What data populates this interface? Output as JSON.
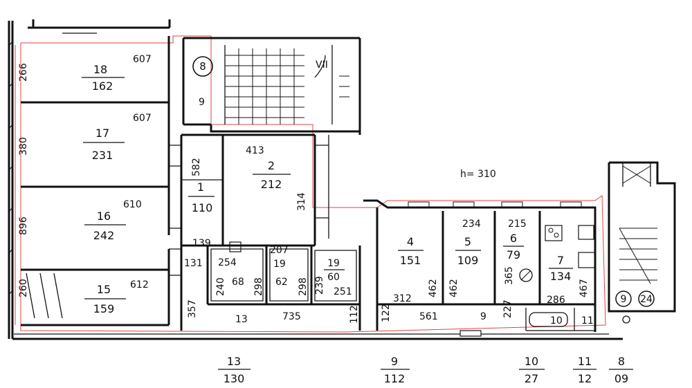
{
  "height_label": "h= 310",
  "rooms": [
    {
      "id": "r18",
      "num": "18",
      "area": "162"
    },
    {
      "id": "r17",
      "num": "17",
      "area": "231"
    },
    {
      "id": "r16",
      "num": "16",
      "area": "242"
    },
    {
      "id": "r15",
      "num": "15",
      "area": "159"
    },
    {
      "id": "r1",
      "num": "1",
      "area": "110"
    },
    {
      "id": "r2",
      "num": "2",
      "area": "212"
    },
    {
      "id": "r4",
      "num": "4",
      "area": "151"
    },
    {
      "id": "r5",
      "num": "5",
      "area": "109"
    },
    {
      "id": "r6",
      "num": "6",
      "area": "79"
    },
    {
      "id": "r7",
      "num": "7",
      "area": "134"
    },
    {
      "id": "r19",
      "num": "19",
      "area": "60"
    }
  ],
  "dimensions": {
    "d266": "266",
    "d607a": "607",
    "d380": "380",
    "d607b": "607",
    "d896": "896",
    "d610": "610",
    "d260": "260",
    "d612": "612",
    "d582": "582",
    "d413": "413",
    "d314": "314",
    "d139": "139",
    "d131": "131",
    "d254": "254",
    "d68": "68",
    "d298a": "298",
    "d240": "240",
    "d207": "207",
    "d19": "19",
    "d62": "62",
    "d298b": "298",
    "d239": "239",
    "d251": "251",
    "d357": "357",
    "d13": "13",
    "d735": "735",
    "d112": "112",
    "d312": "312",
    "d462a": "462",
    "d462b": "462",
    "d234": "234",
    "d215": "215",
    "d365": "365",
    "d122": "122",
    "d561": "561",
    "d9": "9",
    "d227": "227",
    "d286": "286",
    "d467": "467",
    "d10": "10",
    "d11": "11"
  },
  "markers": {
    "stair_upper": "8",
    "stair_lower": "9",
    "lower_right": "24"
  },
  "small_labels": {
    "stair_text": "9",
    "vii_mark": "VII"
  },
  "footer_fractions": [
    {
      "num": "13",
      "area": "130"
    },
    {
      "num": "9",
      "area": "112"
    },
    {
      "num": "10",
      "area": "27"
    },
    {
      "num": "11",
      "area": "12"
    },
    {
      "num": "8",
      "area": "09"
    }
  ]
}
